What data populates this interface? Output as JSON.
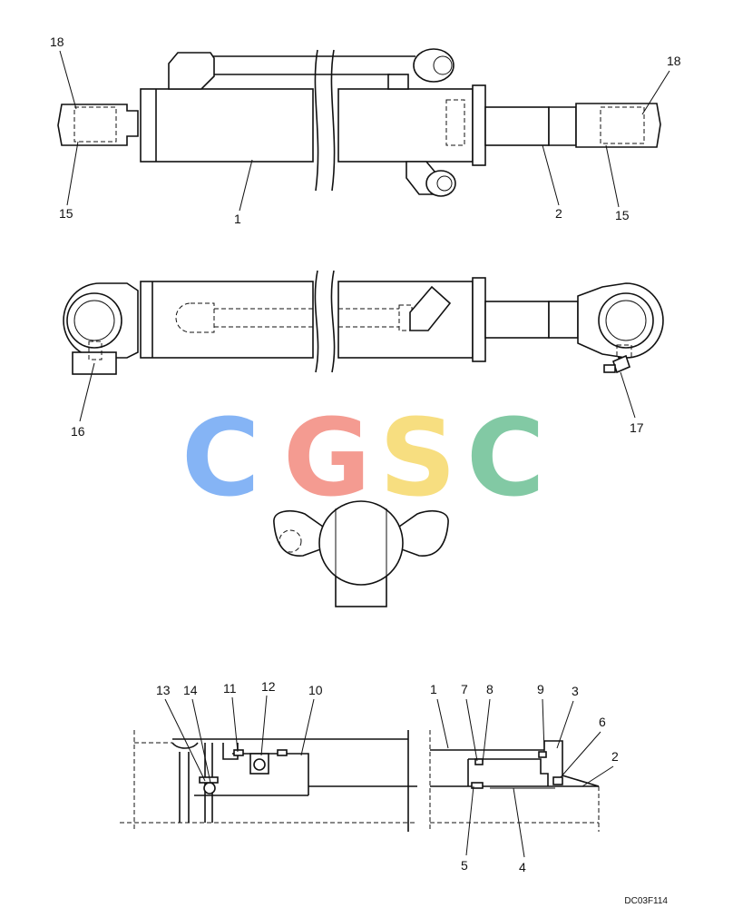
{
  "figure_code": "DC03F114",
  "callouts": {
    "top_view": [
      "18",
      "15",
      "1",
      "2",
      "15",
      "18"
    ],
    "side_view": [
      "16",
      "17"
    ],
    "detail_left": [
      "13",
      "14",
      "11",
      "12",
      "10"
    ],
    "detail_right": [
      "1",
      "7",
      "8",
      "9",
      "3",
      "6",
      "2",
      "5",
      "4"
    ]
  },
  "watermark": {
    "letters": [
      "C",
      "G",
      "S",
      "C"
    ],
    "colors": [
      "#7fb1f5",
      "#f4968c",
      "#f7dd7a",
      "#7cc7a0"
    ]
  }
}
